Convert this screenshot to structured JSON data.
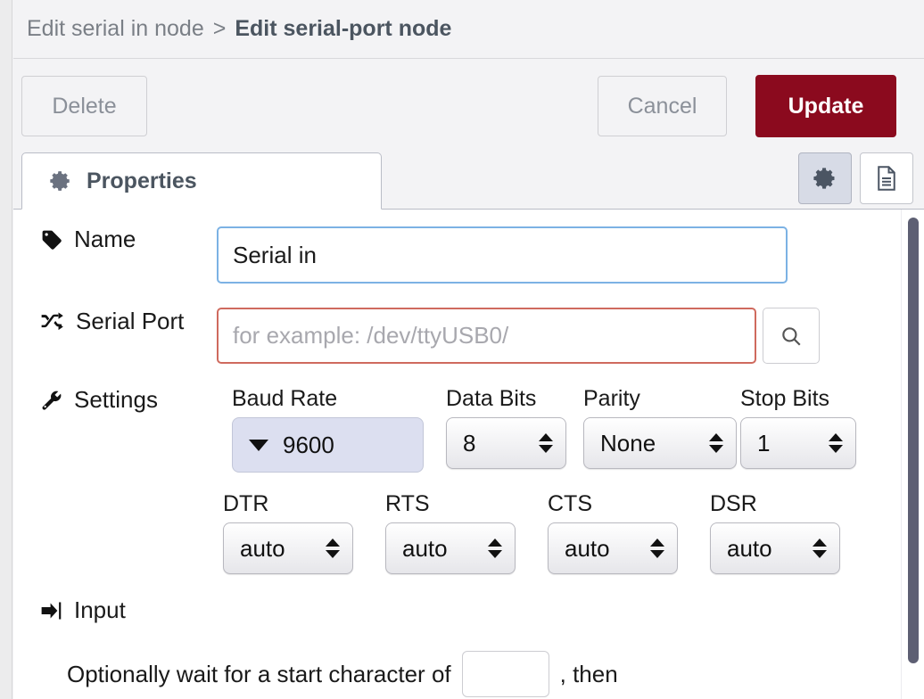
{
  "breadcrumb": {
    "previous": "Edit serial in node",
    "separator": ">",
    "current": "Edit serial-port node"
  },
  "toolbar": {
    "delete_label": "Delete",
    "cancel_label": "Cancel",
    "update_label": "Update",
    "update_color": "#8b0a1e"
  },
  "tabs": {
    "properties_label": "Properties",
    "properties_icon": "gear-icon",
    "icon_buttons": [
      {
        "name": "gear-icon",
        "active": true
      },
      {
        "name": "document-icon",
        "active": false
      }
    ]
  },
  "form": {
    "name": {
      "label": "Name",
      "icon": "tag-icon",
      "value": "Serial in",
      "placeholder": "Name",
      "border_color": "#7cb2e4"
    },
    "serial_port": {
      "label": "Serial Port",
      "icon": "shuffle-icon",
      "value": "",
      "placeholder": "for example: /dev/ttyUSB0/",
      "border_color": "#cf6a5e",
      "search_icon": "search-icon"
    },
    "settings": {
      "label": "Settings",
      "icon": "wrench-icon",
      "fields": [
        {
          "label": "Baud Rate",
          "value": "9600",
          "style": "combo"
        },
        {
          "label": "Data Bits",
          "value": "8",
          "style": "select"
        },
        {
          "label": "Parity",
          "value": "None",
          "style": "select"
        },
        {
          "label": "Stop Bits",
          "value": "1",
          "style": "select"
        },
        {
          "label": "DTR",
          "value": "auto",
          "style": "select"
        },
        {
          "label": "RTS",
          "value": "auto",
          "style": "select"
        },
        {
          "label": "CTS",
          "value": "auto",
          "style": "select"
        },
        {
          "label": "DSR",
          "value": "auto",
          "style": "select"
        }
      ]
    },
    "input_section": {
      "label": "Input",
      "icon": "sign-in-icon",
      "text_before": "Optionally wait for a start character of",
      "start_char_value": "",
      "text_after": ", then"
    }
  },
  "scrollbar": {
    "name": "vertical-scrollbar"
  }
}
